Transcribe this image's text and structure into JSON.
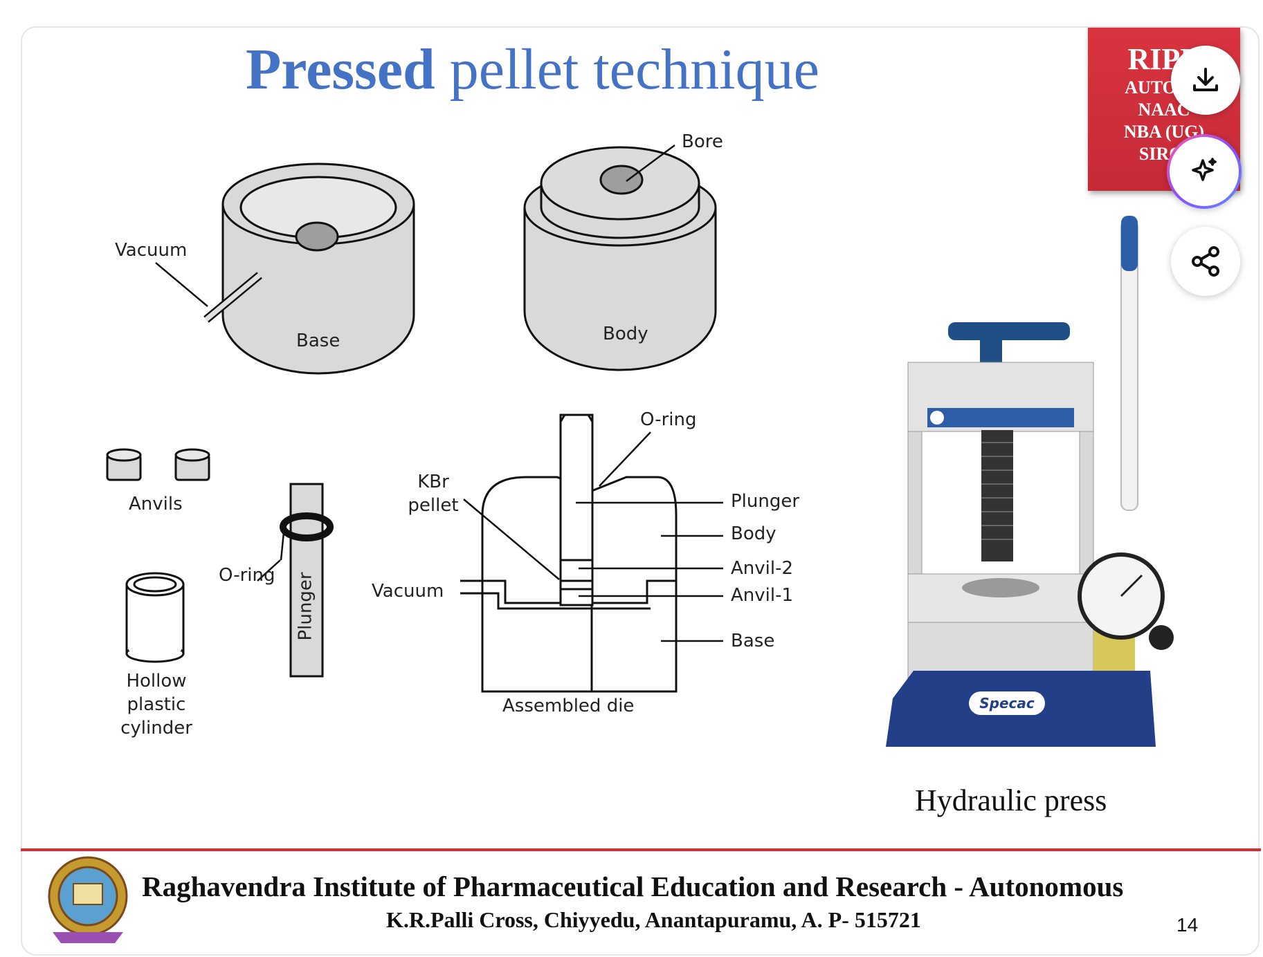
{
  "slide": {
    "title_bold": "Pressed",
    "title_rest": " pellet technique",
    "page_number": "14"
  },
  "badge": {
    "line1": "RIPE",
    "line2": "AUTONO",
    "line3": "NAAC",
    "line4": "NBA (UG)",
    "line5": "SIRO-"
  },
  "diagram_labels": {
    "bore": "Bore",
    "vacuum_top": "Vacuum",
    "base_top": "Base",
    "body_top": "Body",
    "anvils": "Anvils",
    "hollow_cylinder": "Hollow plastic\ncylinder",
    "oring_left": "O-ring",
    "plunger_vertical": "Plunger",
    "kbr_pellet": "KBr\npellet",
    "vacuum_die": "Vacuum",
    "oring_die": "O-ring",
    "plunger": "Plunger",
    "body": "Body",
    "anvil2": "Anvil-2",
    "anvil1": "Anvil-1",
    "base": "Base",
    "assembled_die": "Assembled die"
  },
  "press": {
    "brand": "Specac",
    "caption": "Hydraulic press"
  },
  "footer": {
    "institute": "Raghavendra Institute of Pharmaceutical Education and Research - Autonomous",
    "address": "K.R.Palli Cross, Chiyyedu, Anantapuramu, A. P- 515721"
  },
  "actions": {
    "download_icon": "download-icon",
    "ai_icon": "sparkle-icon",
    "share_icon": "share-icon"
  }
}
